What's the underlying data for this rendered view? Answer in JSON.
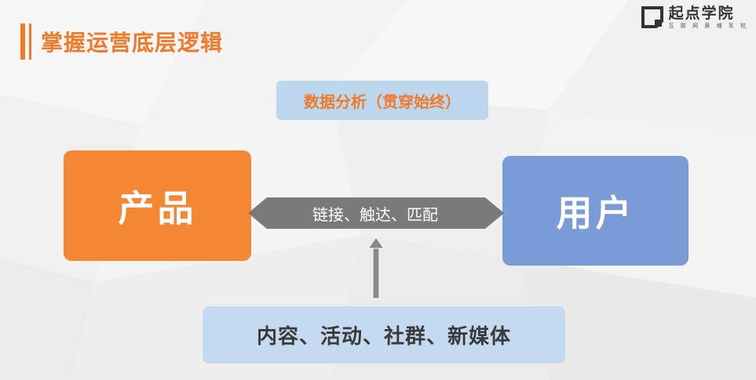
{
  "header": {
    "title": "掌握运营底层逻辑"
  },
  "logo": {
    "name": "起点学院",
    "subtitle": "互 联 网 黄 埔 军 校"
  },
  "diagram": {
    "top_label": "数据分析（贯穿始终）",
    "left_node": "产品",
    "right_node": "用户",
    "link_label": "链接、触达、匹配",
    "bottom_label": "内容、活动、社群、新媒体"
  },
  "colors": {
    "accent_orange": "#f07a2a",
    "product_box": "#f58634",
    "user_box": "#7a9ad8",
    "light_blue_box": "#bcd6ee",
    "arrow_gray": "#7a7a7a"
  }
}
